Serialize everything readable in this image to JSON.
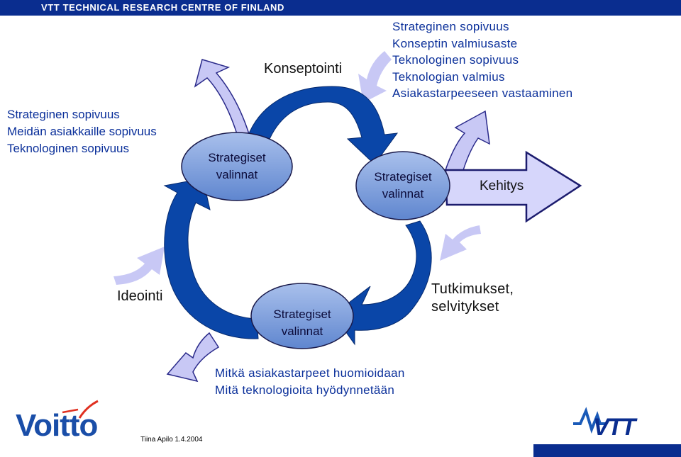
{
  "header": {
    "org_name": "VTT TECHNICAL RESEARCH CENTRE OF FINLAND"
  },
  "left_list": [
    "Strateginen sopivuus",
    "Meidän asiakkaille sopivuus",
    "Teknologinen sopivuus"
  ],
  "right_list": [
    "Strateginen sopivuus",
    "Konseptin valmiusaste",
    "Teknologinen sopivuus",
    "Teknologian valmius",
    "Asiakastarpeeseen vastaaminen"
  ],
  "bottom_list": [
    "Mitkä asiakastarpeet huomioidaan",
    "Mitä teknologioita hyödynnetään"
  ],
  "stages": {
    "konseptointi": "Konseptointi",
    "ideointi": "Ideointi",
    "tutkimukset_line1": "Tutkimukset,",
    "tutkimukset_line2": "selvitykset",
    "kehitys": "Kehitys"
  },
  "decision_points": [
    {
      "line1": "Strategiset",
      "line2": "valinnat"
    },
    {
      "line1": "Strategiset",
      "line2": "valinnat"
    },
    {
      "line1": "Strategiset",
      "line2": "valinnat"
    }
  ],
  "logos": {
    "left": "Voitto",
    "right": "VTT"
  },
  "author": "Tiina Apilo 1.4.2004",
  "colors": {
    "brand_blue": "#0a2d8f",
    "cycle_arrow": "#0a46a8",
    "light_arrow": "#c8c8f5",
    "ellipse_fill": "#7d9ed9",
    "text_blue": "#0a2f9a"
  }
}
